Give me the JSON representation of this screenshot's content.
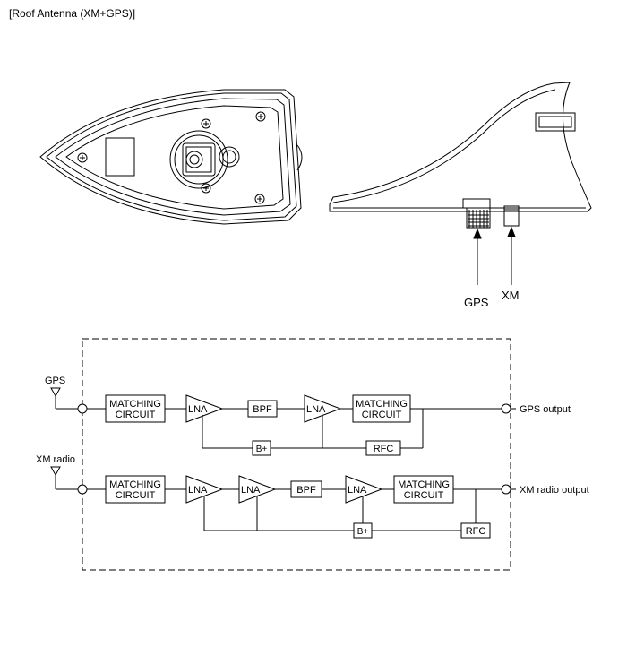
{
  "title": "[Roof Antenna (XM+GPS)]",
  "callouts": {
    "gps": "GPS",
    "xm": "XM"
  },
  "gps_chain": {
    "input_label": "GPS",
    "matching_in": [
      "MATCHING",
      "CIRCUIT"
    ],
    "lna1": "LNA",
    "bpf": "BPF",
    "lna2": "LNA",
    "matching_out": [
      "MATCHING",
      "CIRCUIT"
    ],
    "bias": "B+",
    "rfc": "RFC",
    "output_label": "GPS output"
  },
  "xm_chain": {
    "input_label": "XM radio",
    "matching_in": [
      "MATCHING",
      "CIRCUIT"
    ],
    "lna1": "LNA",
    "lna2": "LNA",
    "bpf": "BPF",
    "lna3": "LNA",
    "matching_out": [
      "MATCHING",
      "CIRCUIT"
    ],
    "bias": "B+",
    "rfc": "RFC",
    "output_label": "XM radio output"
  }
}
